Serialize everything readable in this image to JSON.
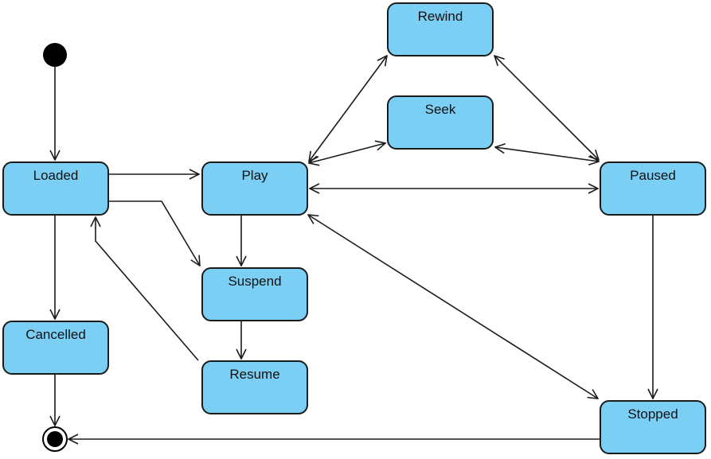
{
  "states": {
    "loaded": "Loaded",
    "play": "Play",
    "suspend": "Suspend",
    "resume": "Resume",
    "cancelled": "Cancelled",
    "rewind": "Rewind",
    "seek": "Seek",
    "paused": "Paused",
    "stopped": "Stopped"
  },
  "colors": {
    "state_fill": "#7ccff4",
    "stroke": "#1b1b1b",
    "node": "#000000"
  },
  "transitions": [
    {
      "from": "initial",
      "to": "Loaded",
      "direction": "one-way"
    },
    {
      "from": "Loaded",
      "to": "Play",
      "direction": "one-way"
    },
    {
      "from": "Loaded",
      "to": "Suspend",
      "direction": "one-way"
    },
    {
      "from": "Loaded",
      "to": "Cancelled",
      "direction": "one-way"
    },
    {
      "from": "Play",
      "to": "Suspend",
      "direction": "one-way"
    },
    {
      "from": "Suspend",
      "to": "Resume",
      "direction": "one-way"
    },
    {
      "from": "Resume",
      "to": "Loaded",
      "direction": "one-way"
    },
    {
      "from": "Play",
      "to": "Rewind",
      "direction": "two-way"
    },
    {
      "from": "Play",
      "to": "Seek",
      "direction": "two-way"
    },
    {
      "from": "Play",
      "to": "Paused",
      "direction": "two-way"
    },
    {
      "from": "Play",
      "to": "Stopped",
      "direction": "two-way"
    },
    {
      "from": "Rewind",
      "to": "Paused",
      "direction": "two-way"
    },
    {
      "from": "Seek",
      "to": "Paused",
      "direction": "two-way"
    },
    {
      "from": "Paused",
      "to": "Stopped",
      "direction": "one-way"
    },
    {
      "from": "Cancelled",
      "to": "final",
      "direction": "one-way"
    },
    {
      "from": "Stopped",
      "to": "final",
      "direction": "one-way"
    }
  ]
}
